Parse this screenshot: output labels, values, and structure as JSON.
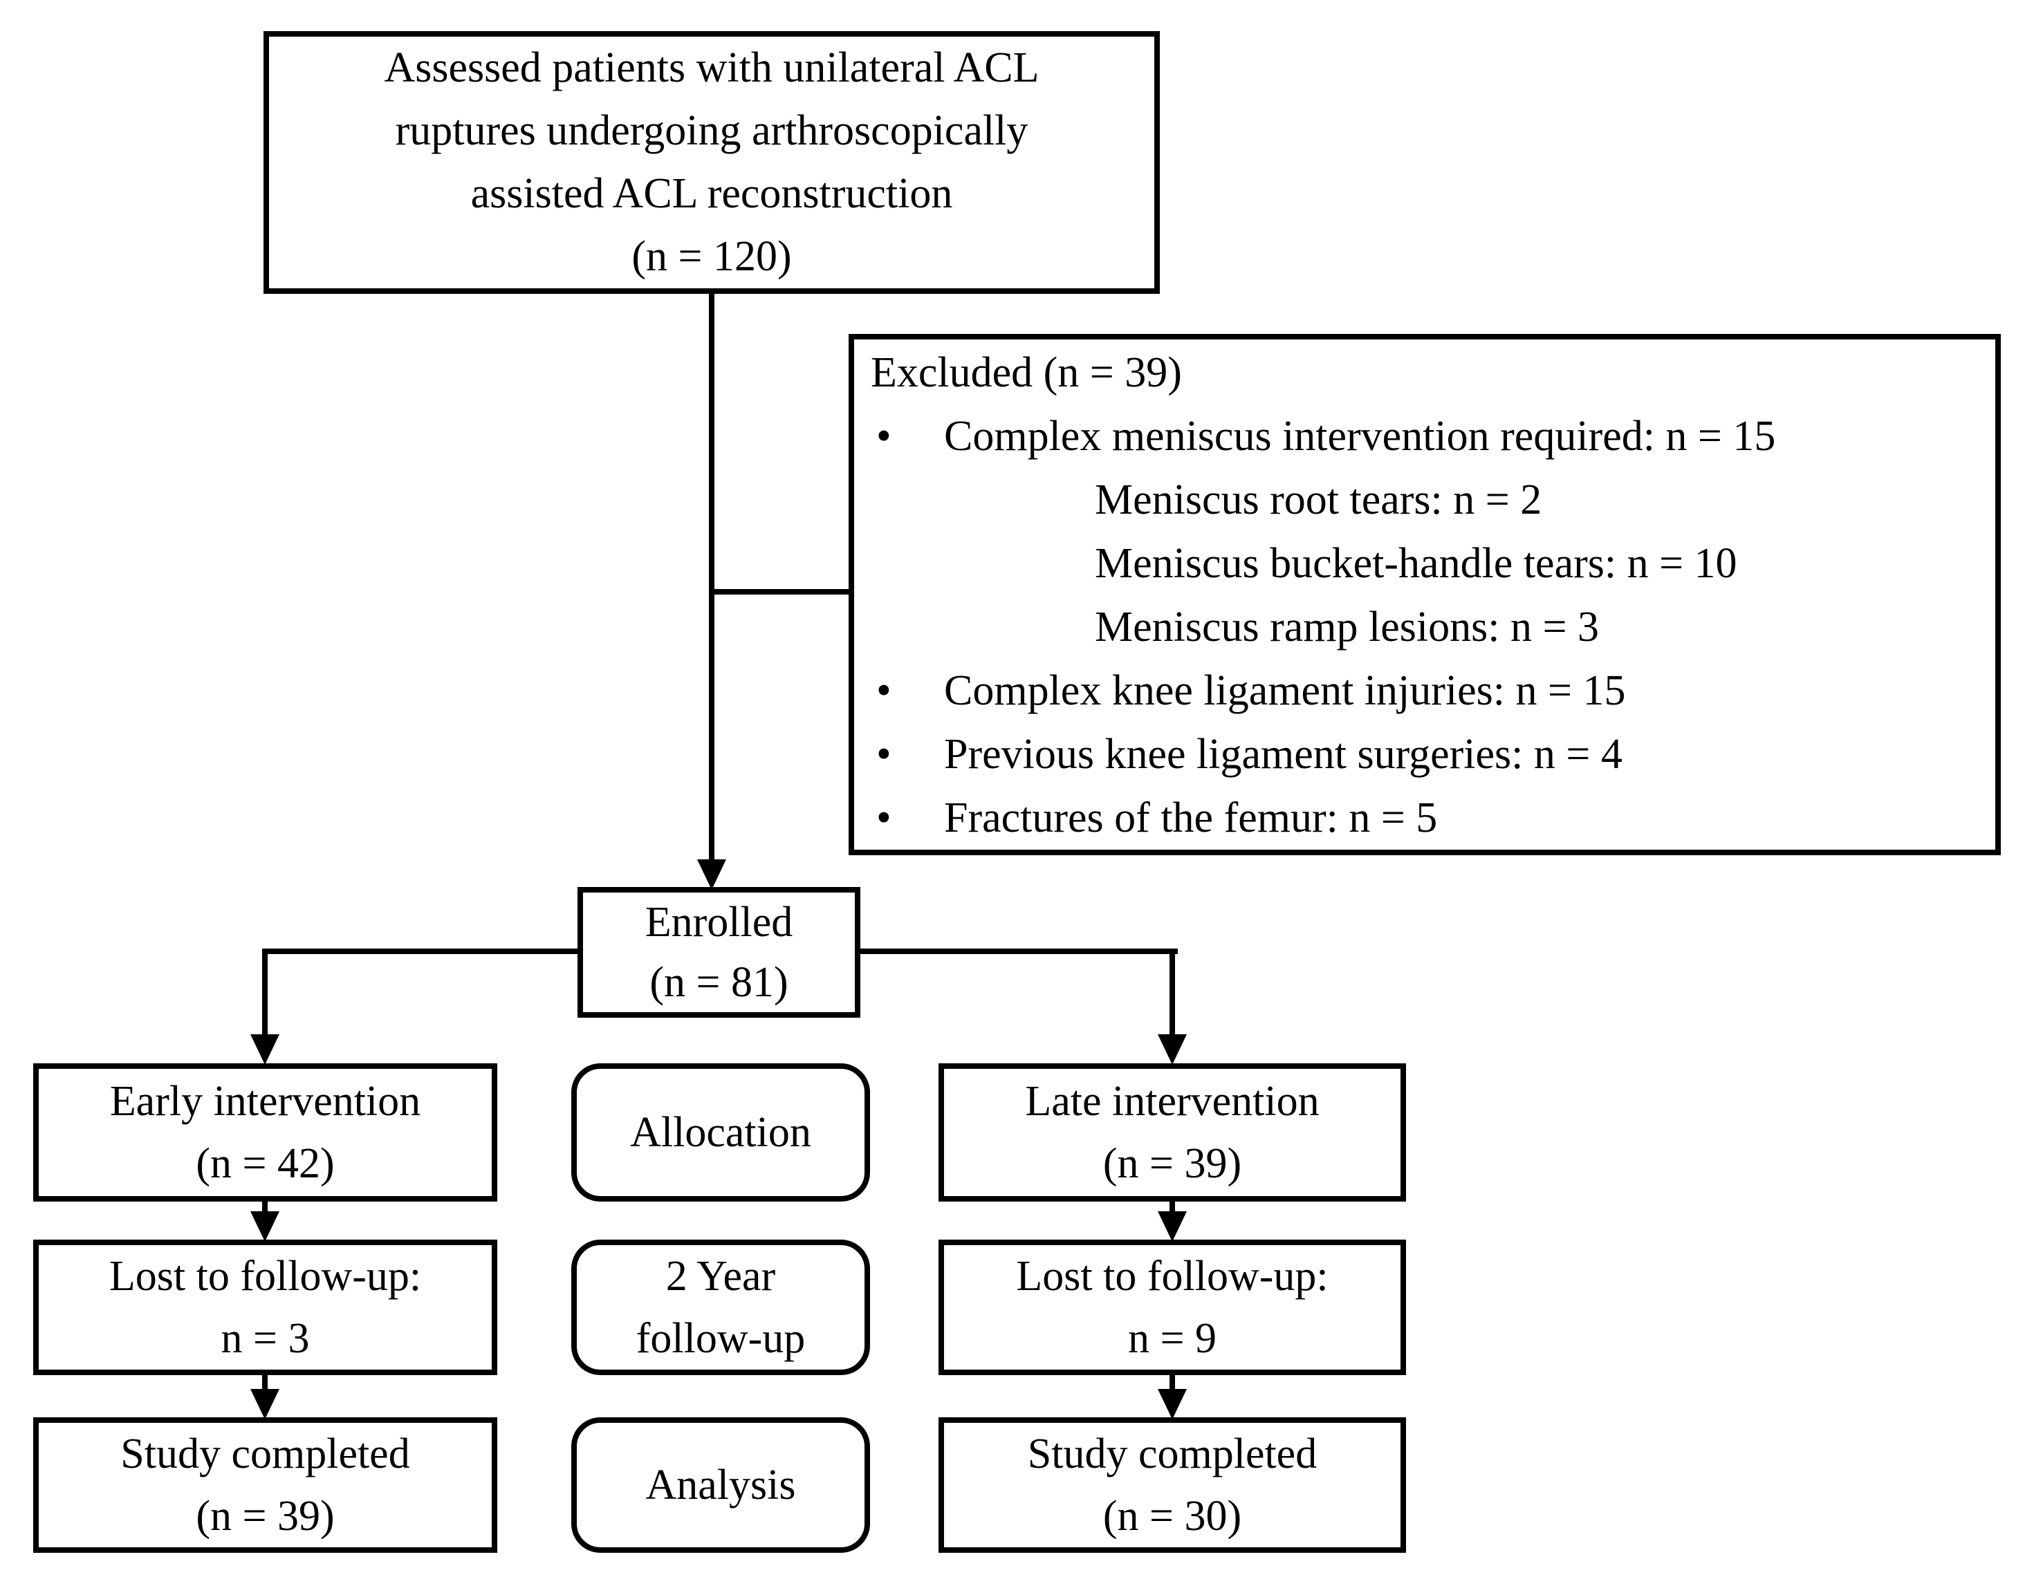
{
  "glyphs": {
    "bullet": "•"
  },
  "colors": {
    "ink": "#000000",
    "background": "#ffffff"
  },
  "boxes": {
    "assessed": {
      "lines": [
        "Assessed patients with unilateral ACL",
        "ruptures undergoing arthroscopically",
        "assisted ACL reconstruction",
        "(n = 120)"
      ]
    },
    "excluded": {
      "title": "Excluded (n = 39)",
      "items": [
        {
          "indent": "bullet",
          "text": "Complex meniscus intervention required: n = 15"
        },
        {
          "indent": "sub",
          "text": "Meniscus root tears: n = 2"
        },
        {
          "indent": "sub",
          "text": "Meniscus bucket-handle tears: n = 10"
        },
        {
          "indent": "sub",
          "text": "Meniscus ramp lesions: n = 3"
        },
        {
          "indent": "bullet",
          "text": "Complex knee ligament injuries: n = 15"
        },
        {
          "indent": "bullet",
          "text": "Previous knee ligament surgeries: n = 4"
        },
        {
          "indent": "bullet",
          "text": "Fractures of the femur: n = 5"
        }
      ]
    },
    "enrolled": {
      "lines": [
        "Enrolled",
        "(n = 81)"
      ]
    },
    "early_intervention": {
      "lines": [
        "Early intervention",
        "(n = 42)"
      ]
    },
    "allocation": {
      "label": "Allocation"
    },
    "late_intervention": {
      "lines": [
        "Late intervention",
        "(n = 39)"
      ]
    },
    "lost_followup_early": {
      "lines": [
        "Lost to follow-up:",
        "n = 3"
      ]
    },
    "two_year_followup": {
      "lines": [
        "2 Year",
        "follow-up"
      ]
    },
    "lost_followup_late": {
      "lines": [
        "Lost to follow-up:",
        "n = 9"
      ]
    },
    "study_completed_early": {
      "lines": [
        "Study completed",
        "(n = 39)"
      ]
    },
    "analysis": {
      "label": "Analysis"
    },
    "study_completed_late": {
      "lines": [
        "Study completed",
        "(n = 30)"
      ]
    }
  }
}
